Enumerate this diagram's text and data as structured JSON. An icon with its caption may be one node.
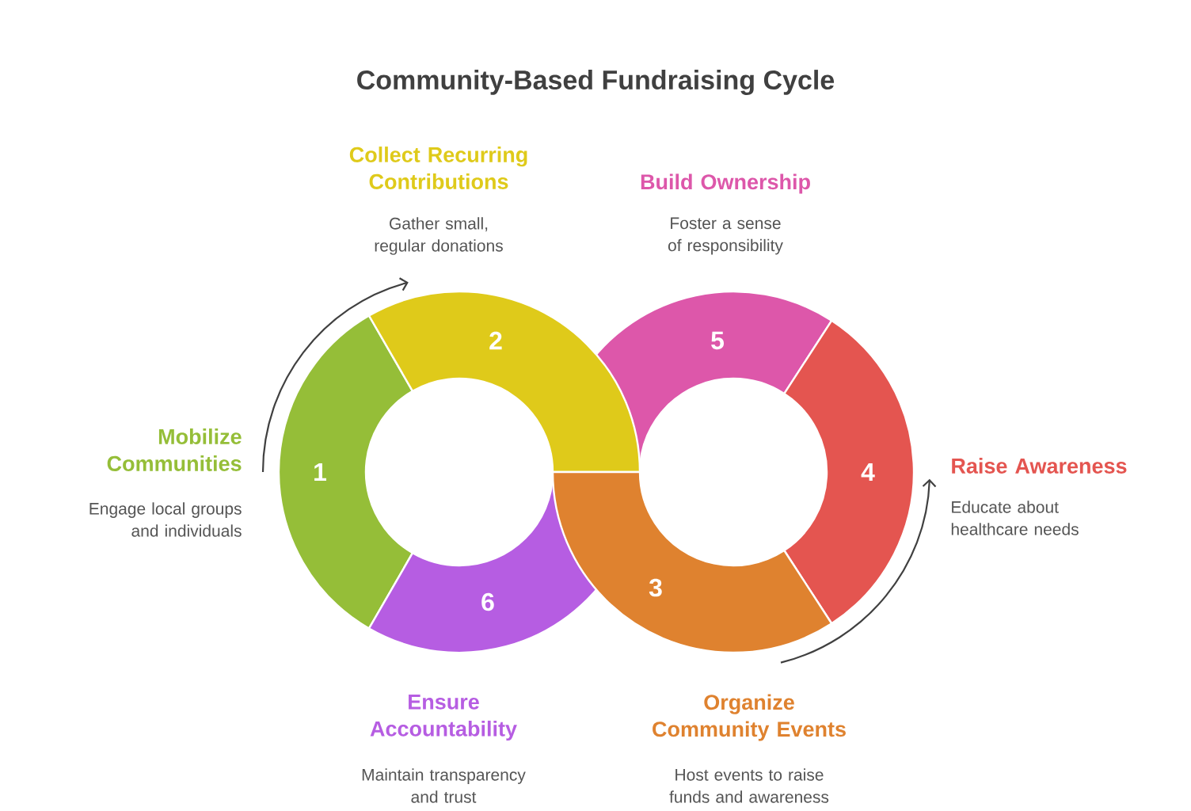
{
  "diagram": {
    "title": "Community-Based Fundraising Cycle",
    "nodes": [
      {
        "text": [
          "1"
        ],
        "beside": [
          "Mobilize Communities",
          "Engage local groups and individuals"
        ]
      },
      {
        "text": [
          "2"
        ],
        "beside": [
          "Collect Recurring Contributions",
          "Gather small, regular donations"
        ]
      },
      {
        "text": [
          "3"
        ],
        "beside": [
          "Organize Community Events",
          "Host events to raise funds and awareness"
        ]
      },
      {
        "text": [
          "4"
        ],
        "beside": [
          "Raise Awareness",
          "Educate about healthcare needs"
        ]
      },
      {
        "text": [
          "5"
        ],
        "beside": [
          "Build Ownership",
          "Foster a sense of responsibility"
        ]
      },
      {
        "text": [
          "6"
        ],
        "beside": [
          "Ensure Accountability",
          "Maintain transparency and trust"
        ]
      }
    ],
    "edges": []
  }
}
